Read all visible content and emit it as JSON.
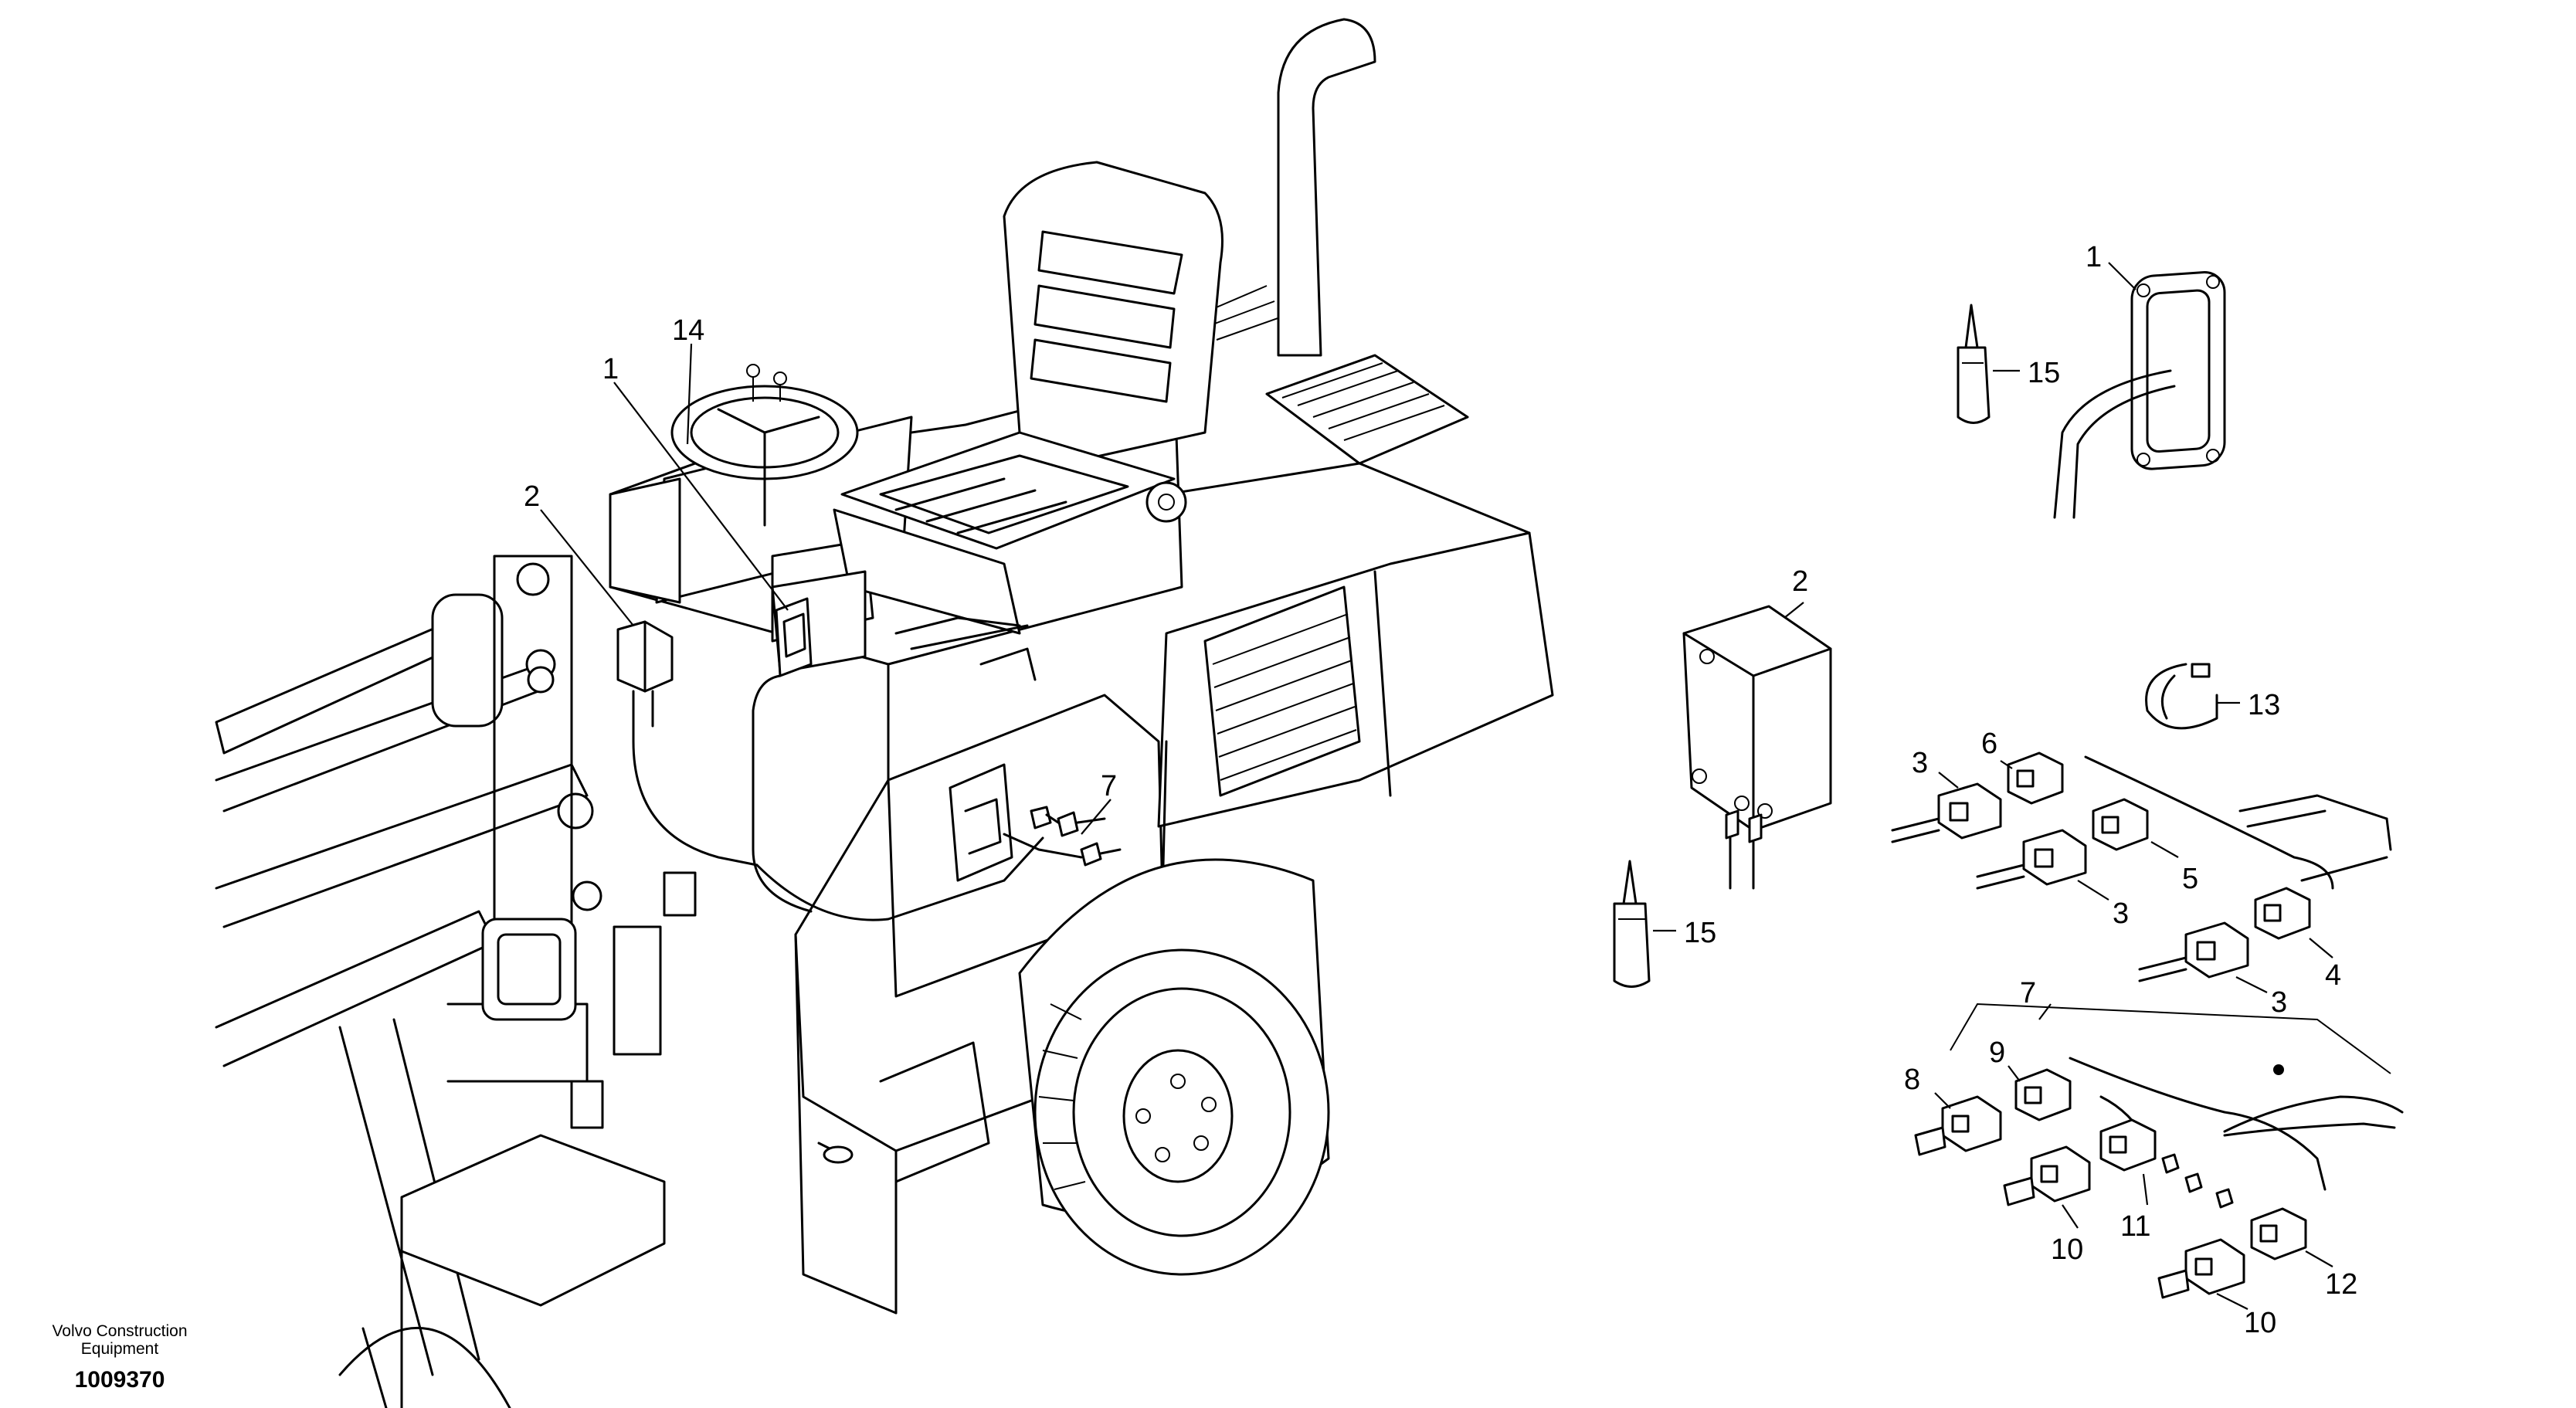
{
  "callouts": {
    "c14": "14",
    "c1_machine": "1",
    "c2_machine": "2",
    "c7_machine": "7",
    "c1_detail": "1",
    "c15_top": "15",
    "c2_detail": "2",
    "c13": "13",
    "c6": "6",
    "c3_a": "3",
    "c5": "5",
    "c3_b": "3",
    "c4": "4",
    "c3_c": "3",
    "c15_bottom": "15",
    "c7_detail": "7",
    "c8": "8",
    "c9": "9",
    "c11": "11",
    "c10_a": "10",
    "c12": "12",
    "c10_b": "10"
  },
  "footer": {
    "organization": "Volvo Construction Equipment",
    "drawing_number": "1009370"
  }
}
